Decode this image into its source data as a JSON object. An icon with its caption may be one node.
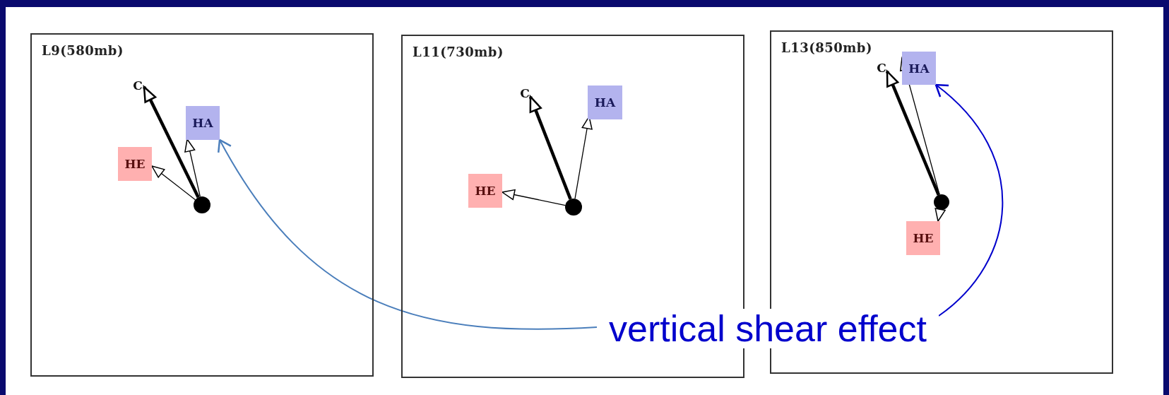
{
  "diagram": {
    "nodes": [
      {
        "text": [
          "L9(580mb)"
        ]
      },
      {
        "text": [
          "C"
        ],
        "in": 0
      },
      {
        "text": [
          "HA"
        ],
        "in": 0
      },
      {
        "text": [
          "HE"
        ],
        "in": 0
      },
      {
        "text": [],
        "shape": "circle",
        "in": 0
      },
      {
        "text": [
          "L11(730mb)"
        ]
      },
      {
        "text": [
          "C"
        ],
        "in": 5
      },
      {
        "text": [
          "HA"
        ],
        "in": 5
      },
      {
        "text": [
          "HE"
        ],
        "in": 5
      },
      {
        "text": [],
        "shape": "circle",
        "in": 5
      },
      {
        "text": [
          "L13(850mb)"
        ]
      },
      {
        "text": [
          "C"
        ],
        "in": 10
      },
      {
        "text": [
          "HA"
        ],
        "in": 10
      },
      {
        "text": [
          "HE"
        ],
        "in": 10
      },
      {
        "text": [],
        "shape": "circle",
        "in": 10
      },
      {
        "text": [
          "vertical shear effect"
        ]
      }
    ],
    "edges": [
      {
        "from": 4,
        "to": 1,
        "arrow": "to",
        "style": "thick"
      },
      {
        "from": 4,
        "to": 2,
        "arrow": "to"
      },
      {
        "from": 4,
        "to": 3,
        "arrow": "to"
      },
      {
        "from": 9,
        "to": 6,
        "arrow": "to",
        "style": "thick"
      },
      {
        "from": 9,
        "to": 7,
        "arrow": "to"
      },
      {
        "from": 9,
        "to": 8,
        "arrow": "to"
      },
      {
        "from": 14,
        "to": 11,
        "arrow": "to",
        "style": "thick"
      },
      {
        "from": 14,
        "to": 12,
        "arrow": "to"
      },
      {
        "from": 14,
        "to": 13,
        "arrow": "to"
      },
      {
        "from": 15,
        "to": 2,
        "arrow": "to",
        "color": "#4a7ebb"
      },
      {
        "from": 15,
        "to": 12,
        "arrow": "to",
        "color": "#0000cc"
      }
    ]
  }
}
